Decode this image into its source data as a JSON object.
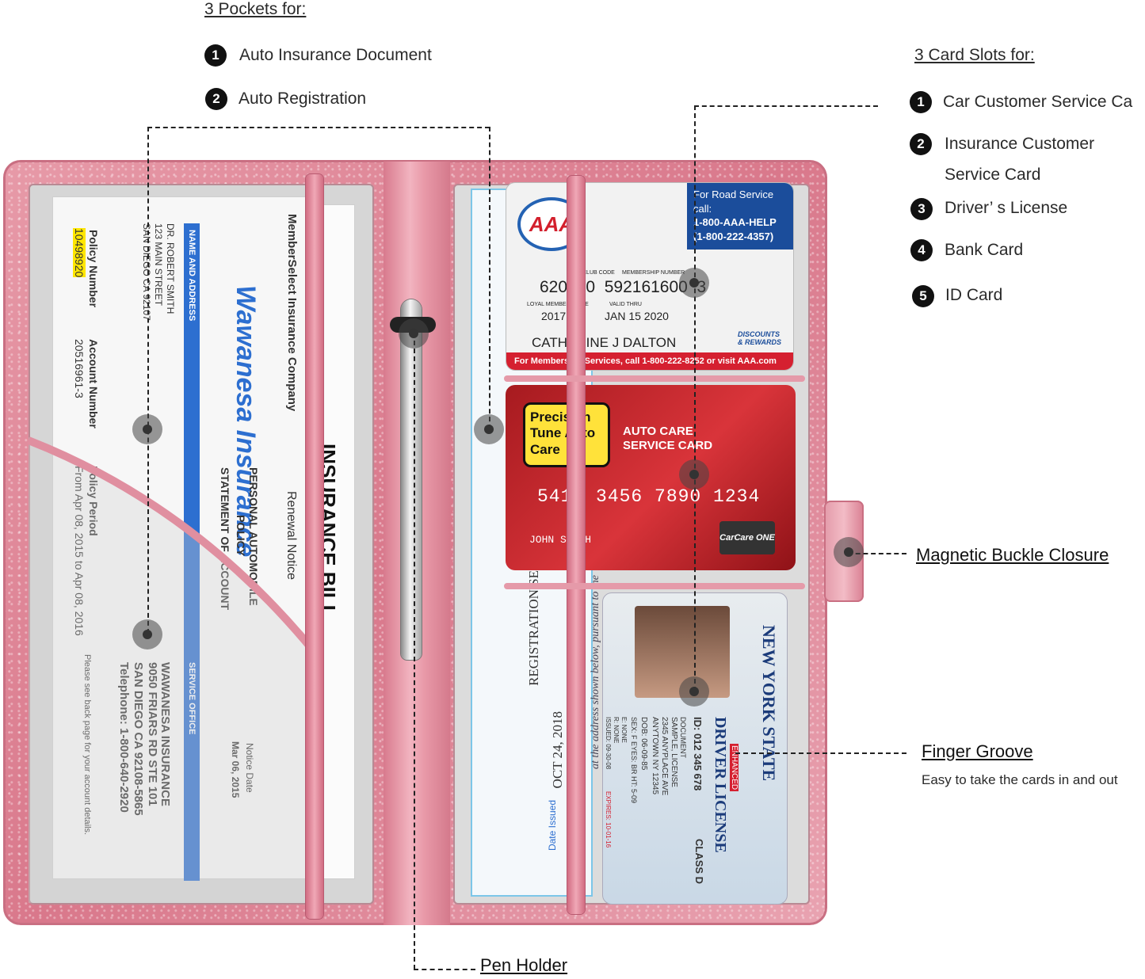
{
  "pockets": {
    "heading": "3 Pockets for:",
    "items": [
      {
        "num": "1",
        "label": "Auto Insurance Document"
      },
      {
        "num": "2",
        "label": "Auto Registration"
      }
    ]
  },
  "card_slots": {
    "heading": "3 Card Slots for:",
    "items": [
      {
        "num": "1",
        "label": "Car Customer Service Ca"
      },
      {
        "num": "2",
        "label": "Insurance Customer",
        "label2": "Service Card"
      },
      {
        "num": "3",
        "label": "Driver’ s License"
      },
      {
        "num": "4",
        "label": "Bank Card"
      },
      {
        "num": "5",
        "label": "ID Card"
      }
    ]
  },
  "callouts": {
    "magnetic": "Magnetic Buckle Closure",
    "finger": "Finger Groove",
    "finger_sub": "Easy to take the cards in and out",
    "pen": "Pen Holder"
  },
  "insurance_doc": {
    "company": "MemberSelect Insurance Company",
    "renewal": "Renewal Notice",
    "bill": "INSURANCE BILL",
    "logo": "Wawanesa Insurance",
    "name_address_hdr": "NAME AND ADDRESS",
    "name": "DR. ROBERT SMITH",
    "street": "123 MAIN STREET",
    "city": "SAN DIEGO CA 92107",
    "policy_number_lbl": "Policy Number",
    "policy_number": "10498920",
    "account_number_lbl": "Account Number",
    "account_number": "20516961-3",
    "policy_period_lbl": "Policy Period",
    "policy_period": "From Apr 08, 2015 to Apr 08, 2016",
    "stmt1": "PERSONAL AUTOMOBILE",
    "stmt2": "POLICY",
    "stmt3": "STATEMENT OF ACCOUNT",
    "service_office_hdr": "SERVICE OFFICE",
    "office1": "WAWANESA INSURANCE",
    "office2": "9050 FRIARS RD STE 101",
    "office3": "SAN DIEGO CA 92108-5865",
    "office4": "Telephone: 1-800-640-2920",
    "notice_lbl": "Notice Date",
    "notice_date": "Mar 06, 2015",
    "footer": "Please see back page for your account details."
  },
  "registration": {
    "title": "REGISTRATION SE",
    "date_lbl": "Date Issued",
    "date": "OCT 24, 2018",
    "note": "at the address shown below, pursuant to the"
  },
  "aaa_card": {
    "logo": "AAA",
    "road_service": "For Road Service call:",
    "phone1": "1-800-AAA-HELP",
    "phone2": "(1-800-222-4357)",
    "club_code_lbl": "CLUB CODE",
    "member_no_lbl": "MEMBERSHIP NUMBER",
    "number": "620  40  592161600  3",
    "member_since_lbl": "LOYAL MEMBER SINCE",
    "member_since": "2017",
    "valid_lbl": "VALID THRU",
    "valid": "JAN 15 2020",
    "holder": "CATHERINE J DALTON",
    "rewards": "DISCOUNTS & REWARDS",
    "footer": "For Membership Services, call 1-800-222-8252 or visit AAA.com"
  },
  "red_card": {
    "logo": "Precision Tune Auto Care",
    "title1": "AUTO CARE",
    "title2": "SERVICE CARD",
    "number": "5412 3456 7890 1234",
    "holder": "JOHN SMITH",
    "badge": "CarCare ONE"
  },
  "id_card": {
    "state": "NEW YORK STATE",
    "type": "DRIVER LICENSE",
    "enhanced": "ENHANCED",
    "class": "CLASS D",
    "id": "ID: 012 345 678",
    "doc": "DOCUMENT",
    "name1": "SAMPLE, LICENSE",
    "addr1": "2345 ANYPLACE AVE",
    "addr2": "ANYTOWN NY 12345",
    "dob": "DOB: 06-09-85",
    "sex": "SEX: F  EYES: BR  HT: 5-09",
    "e": "E: NONE",
    "r": "R: NONE",
    "issued": "ISSUED: 09-30-08",
    "expires": "EXPIRES: 10-01-16"
  },
  "colors": {
    "wallet_pink": "#e28a9b",
    "ink": "#222222",
    "accent_blue": "#2d6fd0",
    "card_red": "#c4262d"
  }
}
